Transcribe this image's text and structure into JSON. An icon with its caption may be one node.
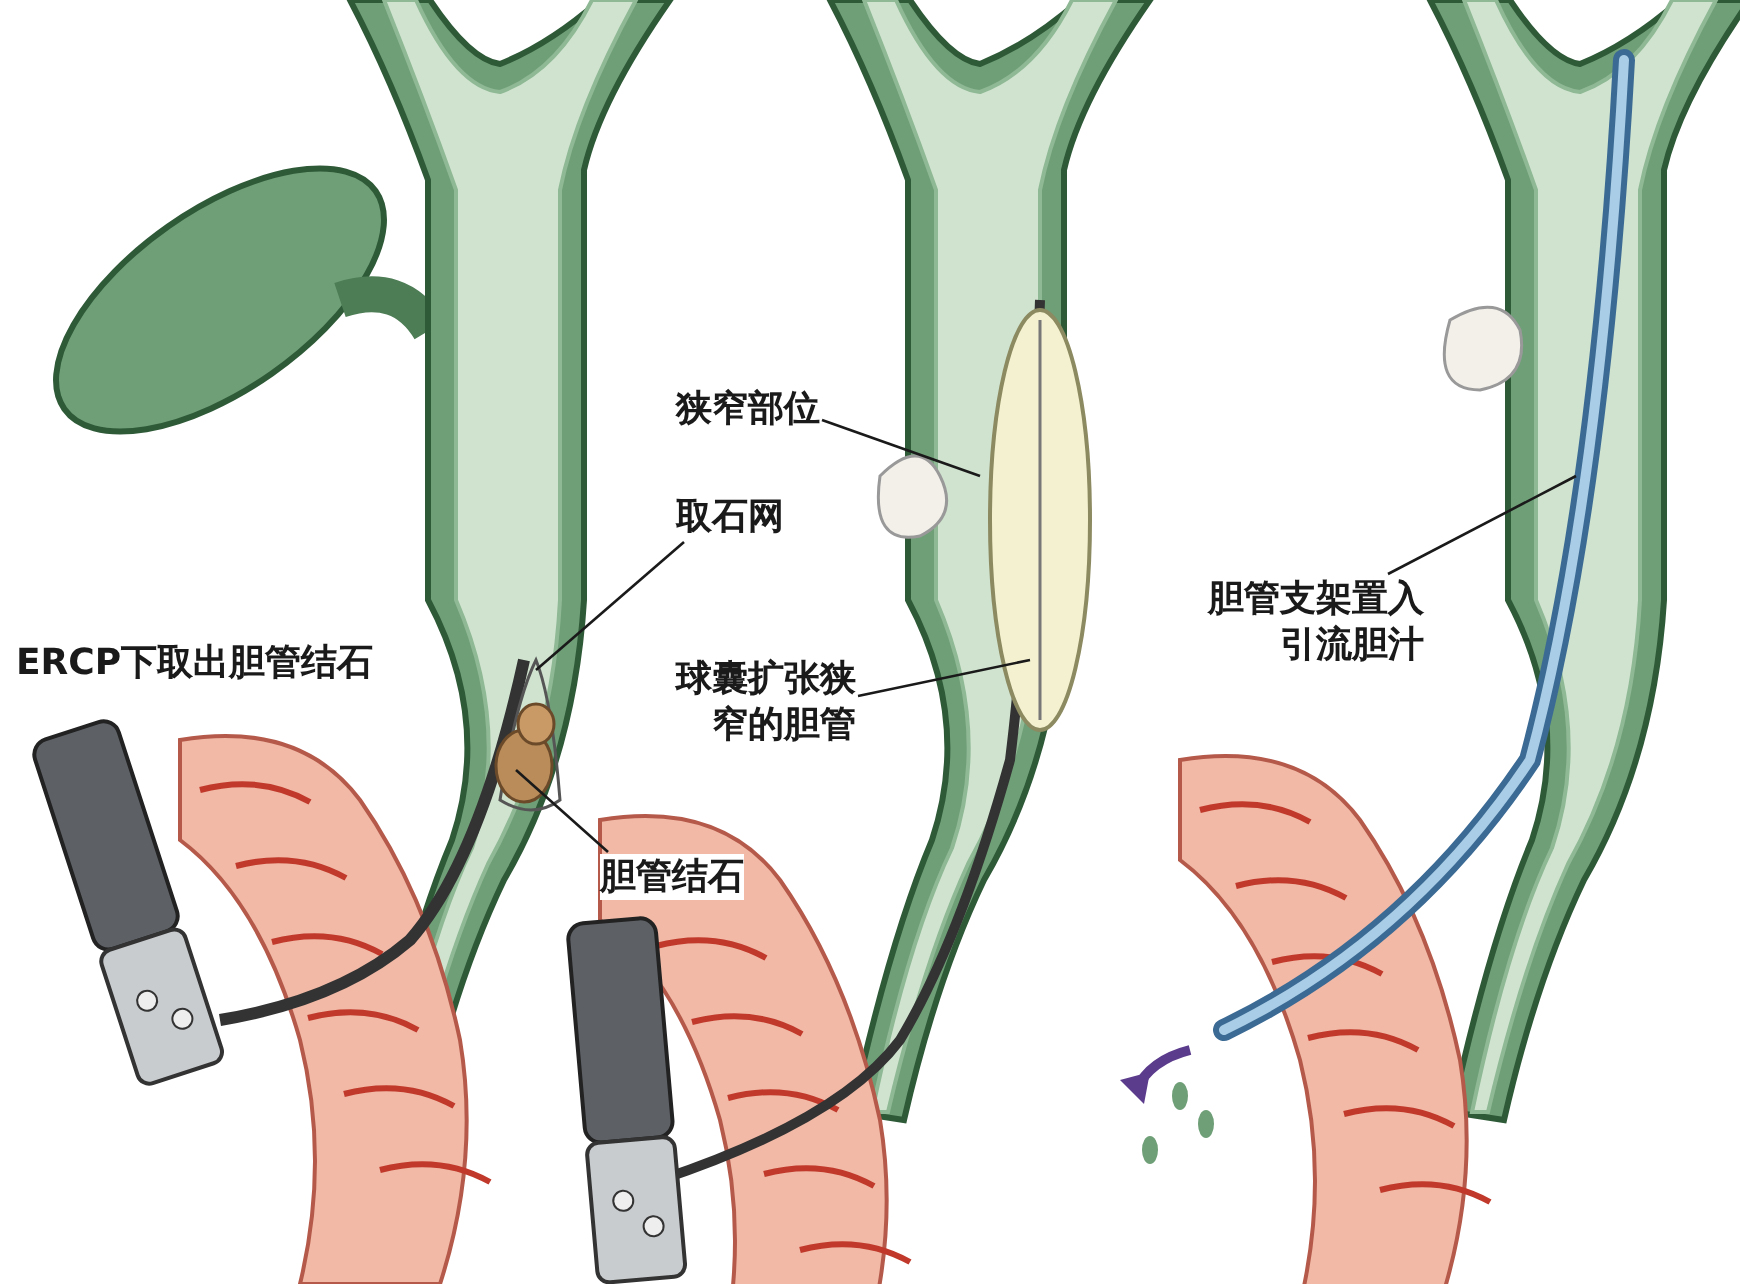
{
  "diagram": {
    "nodes": [
      {
        "text": [
          "取石网"
        ]
      },
      {
        "text": [
          "胆管结石"
        ]
      },
      {
        "text": [
          "狭窄部位"
        ]
      },
      {
        "text": [
          "球囊扩张狭窄的胆管"
        ]
      },
      {
        "text": [
          "胆管支架置入引流胆汁"
        ]
      }
    ],
    "edges": [
      {
        "from": 0,
        "to": null,
        "arrow": "none"
      },
      {
        "from": 1,
        "to": null,
        "arrow": "none"
      },
      {
        "from": 2,
        "to": null,
        "arrow": "none"
      },
      {
        "from": 3,
        "to": null,
        "arrow": "none"
      },
      {
        "from": 4,
        "to": null,
        "arrow": "none"
      }
    ],
    "labels": [
      "ERCP下取出胆管结石"
    ]
  }
}
